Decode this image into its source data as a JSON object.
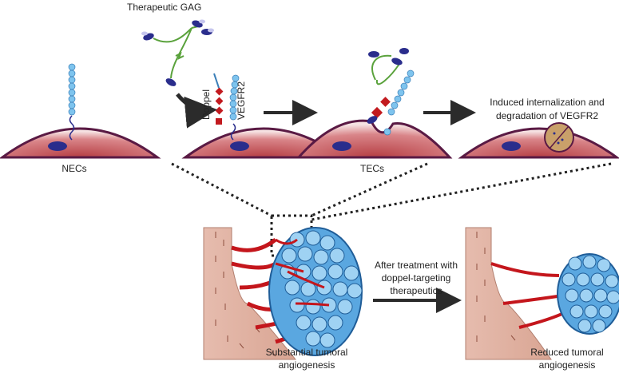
{
  "labels": {
    "therapeutic_gag": "Therapeutic GAG",
    "doppel": "Doppel",
    "vegfr2": "VEGFR2",
    "necs": "NECs",
    "tecs": "TECs",
    "internalization_line1": "Induced internalization and",
    "internalization_line2": "degradation of VEGFR2",
    "treatment_line1": "After treatment with",
    "treatment_line2": "doppel-targeting",
    "treatment_line3": "therapeutics",
    "substantial_line1": "Substantial tumoral",
    "substantial_line2": "angiogenesis",
    "reduced_line1": "Reduced tumoral",
    "reduced_line2": "angiogenesis"
  },
  "colors": {
    "cell_fill": "#c0474a",
    "cell_outline": "#5a1a44",
    "nucleus": "#2a2d8c",
    "receptor_bead": "#7ec4ee",
    "doppel_red": "#c21a1f",
    "gag_green": "#5aa23c",
    "vessel_wall": "#e3b6a6",
    "vessel_red": "#c4161c",
    "tumor_cell": "#5aa7e0",
    "arrow_gray": "#2b2b2b"
  }
}
